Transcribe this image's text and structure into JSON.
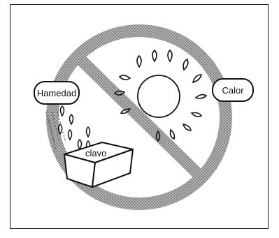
{
  "labels": {
    "humidity": "Hamedad",
    "heat": "Calor",
    "nail": "clavo"
  },
  "icons": [
    "prohibition-sign-icon",
    "sun-icon",
    "rain-drops-icon",
    "nail-box-icon"
  ],
  "colors": {
    "stroke": "#111111",
    "prohibition": "#8c8c8c",
    "background": "#ffffff"
  }
}
